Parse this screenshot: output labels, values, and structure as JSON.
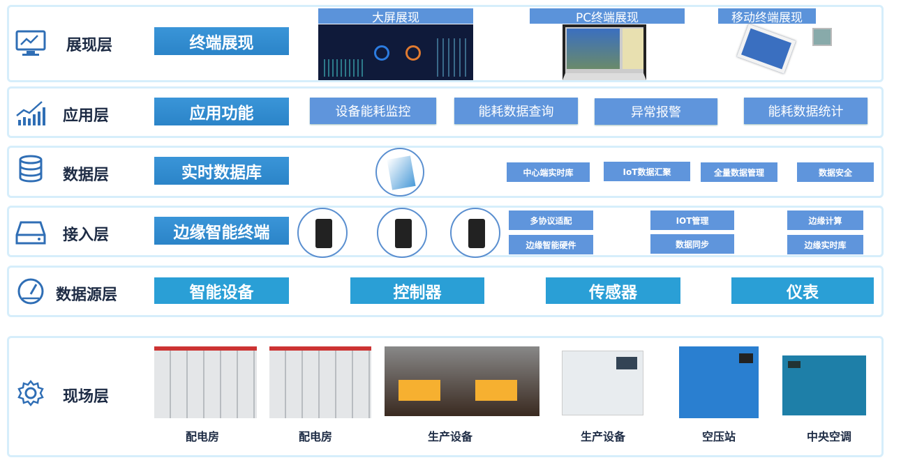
{
  "layers": {
    "presentation": {
      "name": "展现层",
      "main": "终端展现",
      "headers": [
        "大屏展现",
        "PC终端展现",
        "移动终端展现"
      ]
    },
    "application": {
      "name": "应用层",
      "main": "应用功能",
      "functions": [
        "设备能耗监控",
        "能耗数据查询",
        "异常报警",
        "能耗数据统计"
      ]
    },
    "data": {
      "name": "数据层",
      "main": "实时数据库",
      "items": [
        "中心端实时库",
        "IoT数据汇聚",
        "全量数据管理",
        "数据安全"
      ]
    },
    "access": {
      "name": "接入层",
      "main": "边缘智能终端",
      "items": [
        "多协议适配",
        "边缘智能硬件",
        "IOT管理",
        "数据同步",
        "边缘计算",
        "边缘实时库"
      ]
    },
    "source": {
      "name": "数据源层",
      "items": [
        "智能设备",
        "控制器",
        "传感器",
        "仪表"
      ]
    },
    "field": {
      "name": "现场层",
      "equipment": [
        "配电房",
        "配电房",
        "生产设备",
        "生产设备",
        "空压站",
        "中央空调"
      ]
    }
  },
  "colors": {
    "primary": "#2b84c8",
    "secondary": "#5f95dc",
    "source": "#2a9fd6",
    "border": "#d6eefb"
  }
}
